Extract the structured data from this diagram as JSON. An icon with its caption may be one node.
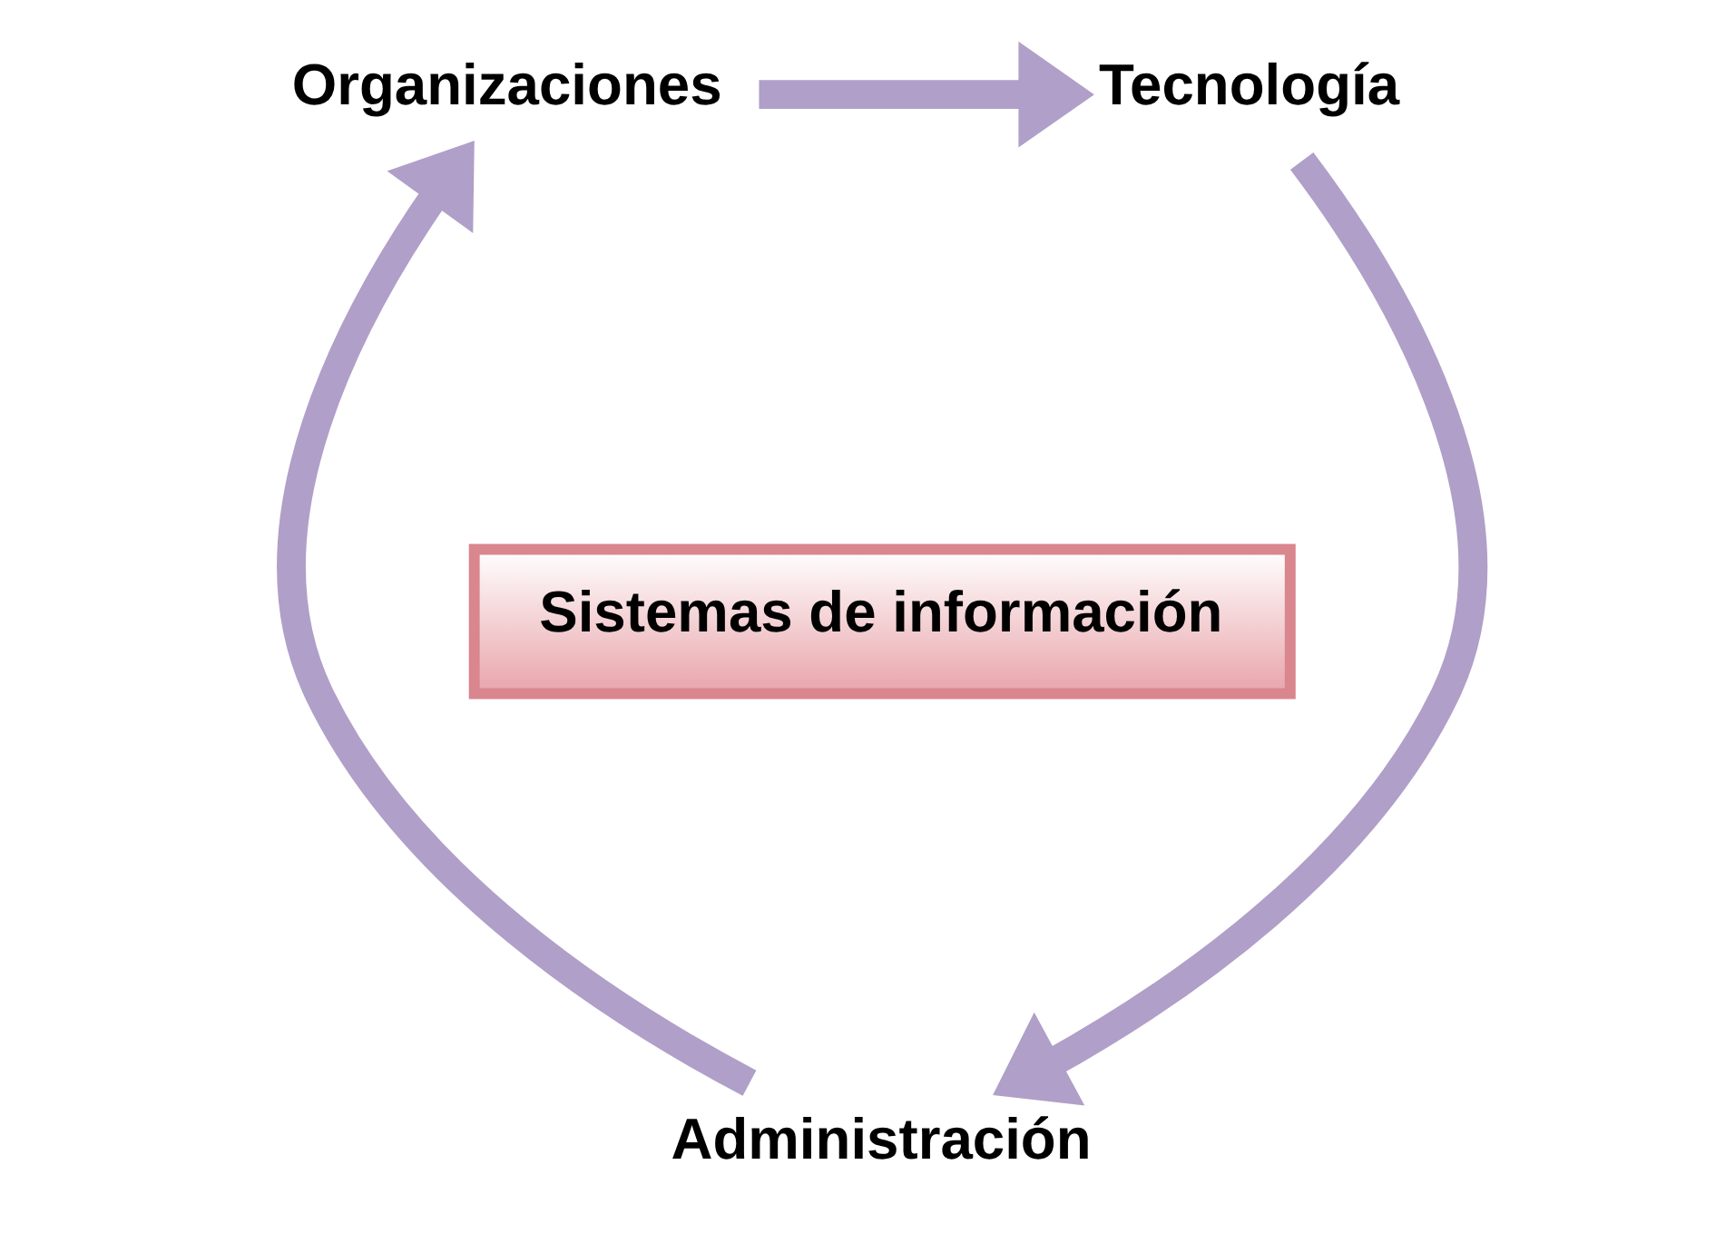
{
  "diagram": {
    "nodes": [
      {
        "text": [
          "Organizaciones"
        ]
      },
      {
        "text": [
          "Sistemas de información"
        ]
      },
      {
        "text": [
          "Tecnología"
        ]
      },
      {
        "text": [
          "Administración"
        ]
      }
    ],
    "edges": [
      {
        "from": 0,
        "to": 2,
        "arrow": "to"
      },
      {
        "from": 2,
        "to": 3,
        "arrow": "to"
      },
      {
        "from": 3,
        "to": 0,
        "arrow": "to"
      }
    ]
  }
}
